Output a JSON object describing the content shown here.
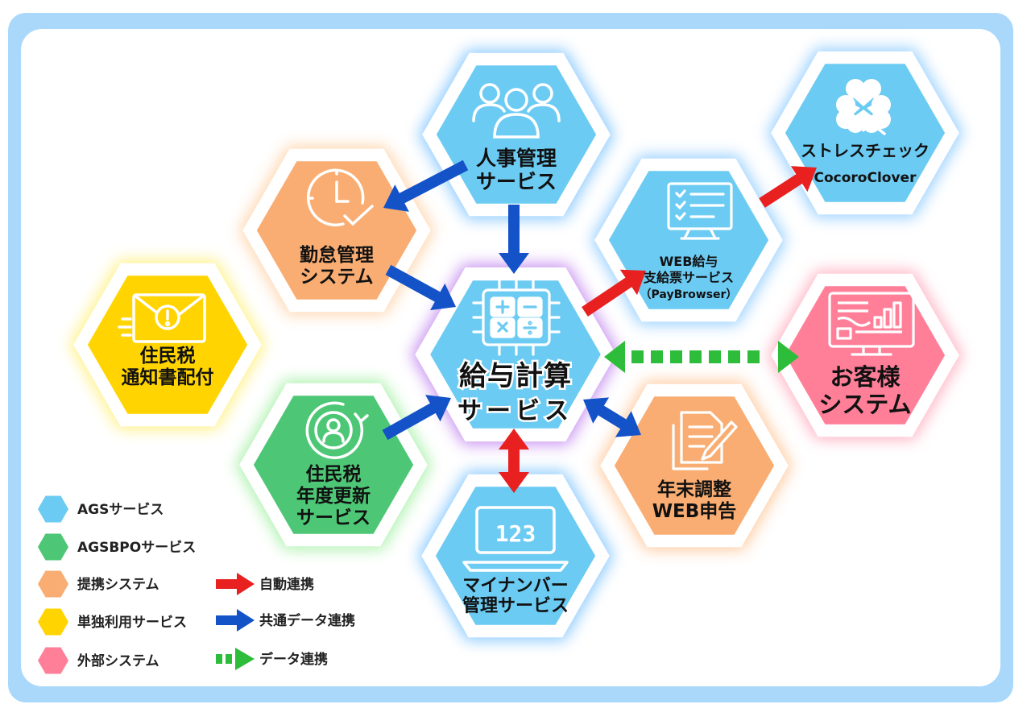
{
  "colors": {
    "frame": "#a9d8fb",
    "ags": "#6ccbf3",
    "agsbpo": "#4dc775",
    "partner": "#f9ad72",
    "standalone": "#ffd400",
    "external": "#ff7f98",
    "auto_link": "#e82020",
    "common_link": "#1452c8",
    "data_link": "#2dbd3a",
    "center_text": "#2424e8"
  },
  "nodes": {
    "payroll": {
      "lines": [
        "給与計算",
        "サービス"
      ],
      "icon": "calculator-chip-icon",
      "category": "ags"
    },
    "hr": {
      "lines": [
        "人事管理",
        "サービス"
      ],
      "icon": "people-group-icon",
      "category": "ags"
    },
    "attendance": {
      "lines": [
        "勤怠管理",
        "システム"
      ],
      "icon": "clock-check-icon",
      "category": "partner"
    },
    "resident_notice": {
      "lines": [
        "住民税",
        "通知書配付"
      ],
      "icon": "envelope-alert-icon",
      "category": "standalone"
    },
    "resident_update": {
      "lines": [
        "住民税",
        "年度更新",
        "サービス"
      ],
      "icon": "refresh-person-icon",
      "category": "agsbpo"
    },
    "mynumber": {
      "lines": [
        "マイナンバー",
        "管理サービス"
      ],
      "icon": "laptop-123-icon",
      "laptop_text": "123",
      "category": "ags"
    },
    "year_end": {
      "lines": [
        "年末調整",
        "WEB申告"
      ],
      "icon": "document-pen-icon",
      "category": "partner"
    },
    "customer": {
      "lines": [
        "お客様",
        "システム"
      ],
      "icon": "monitor-dashboard-icon",
      "category": "external"
    },
    "web_payslip": {
      "lines": [
        "WEB給与",
        "支給票サービス",
        "（PayBrowser）"
      ],
      "icon": "monitor-checklist-icon",
      "category": "ags"
    },
    "stress_check": {
      "lines": [
        "ストレスチェック",
        "CocoroClover"
      ],
      "icon": "clover-icon",
      "category": "ags"
    }
  },
  "legend": {
    "categories": [
      {
        "key": "ags",
        "label": "AGSサービス"
      },
      {
        "key": "agsbpo",
        "label": "AGSBPOサービス"
      },
      {
        "key": "partner",
        "label": "提携システム"
      },
      {
        "key": "standalone",
        "label": "単独利用サービス"
      },
      {
        "key": "external",
        "label": "外部システム"
      }
    ],
    "arrows": [
      {
        "key": "auto_link",
        "label": "自動連携"
      },
      {
        "key": "common_link",
        "label": "共通データ連携"
      },
      {
        "key": "data_link",
        "label": "データ連携"
      }
    ]
  }
}
